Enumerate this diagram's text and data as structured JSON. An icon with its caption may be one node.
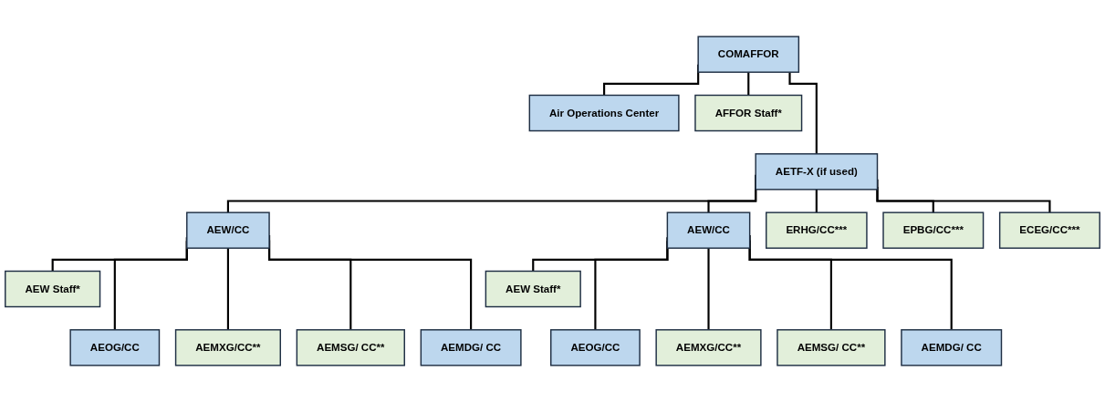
{
  "diagram": {
    "nodes": [
      {
        "text": [
          "COMAFFOR"
        ]
      },
      {
        "text": [
          "Air Operations Center"
        ]
      },
      {
        "text": [
          "AFFOR Staff*"
        ]
      },
      {
        "text": [
          "AETF-X (if used)"
        ]
      },
      {
        "text": [
          "AEW/CC"
        ]
      },
      {
        "text": [
          "AEW Staff*"
        ]
      },
      {
        "text": [
          "AEOG/CC"
        ]
      },
      {
        "text": [
          "AEMXG/CC**"
        ]
      },
      {
        "text": [
          "AEMSG/ CC**"
        ]
      },
      {
        "text": [
          "AEMDG/ CC"
        ]
      },
      {
        "text": [
          "AEW/CC"
        ]
      },
      {
        "text": [
          "AEW Staff*"
        ]
      },
      {
        "text": [
          "AEOG/CC"
        ]
      },
      {
        "text": [
          "AEMXG/CC**"
        ]
      },
      {
        "text": [
          "AEMSG/ CC**"
        ]
      },
      {
        "text": [
          "AEMDG/ CC"
        ]
      },
      {
        "text": [
          "ERHG/CC***"
        ]
      },
      {
        "text": [
          "EPBG/CC***"
        ]
      },
      {
        "text": [
          "ECEG/CC***"
        ]
      }
    ],
    "edges": [
      {
        "from": 0,
        "to": 1,
        "arrow": "none"
      },
      {
        "from": 0,
        "to": 2,
        "arrow": "none"
      },
      {
        "from": 0,
        "to": 3,
        "arrow": "none"
      },
      {
        "from": 3,
        "to": 4,
        "arrow": "none"
      },
      {
        "from": 3,
        "to": 10,
        "arrow": "none"
      },
      {
        "from": 3,
        "to": 16,
        "arrow": "none"
      },
      {
        "from": 3,
        "to": 17,
        "arrow": "none"
      },
      {
        "from": 3,
        "to": 18,
        "arrow": "none"
      },
      {
        "from": 4,
        "to": 5,
        "arrow": "none"
      },
      {
        "from": 4,
        "to": 6,
        "arrow": "none"
      },
      {
        "from": 4,
        "to": 7,
        "arrow": "none"
      },
      {
        "from": 4,
        "to": 8,
        "arrow": "none"
      },
      {
        "from": 4,
        "to": 9,
        "arrow": "none"
      },
      {
        "from": 10,
        "to": 11,
        "arrow": "none"
      },
      {
        "from": 10,
        "to": 12,
        "arrow": "none"
      },
      {
        "from": 10,
        "to": 13,
        "arrow": "none"
      },
      {
        "from": 10,
        "to": 14,
        "arrow": "none"
      },
      {
        "from": 10,
        "to": 15,
        "arrow": "none"
      }
    ]
  }
}
